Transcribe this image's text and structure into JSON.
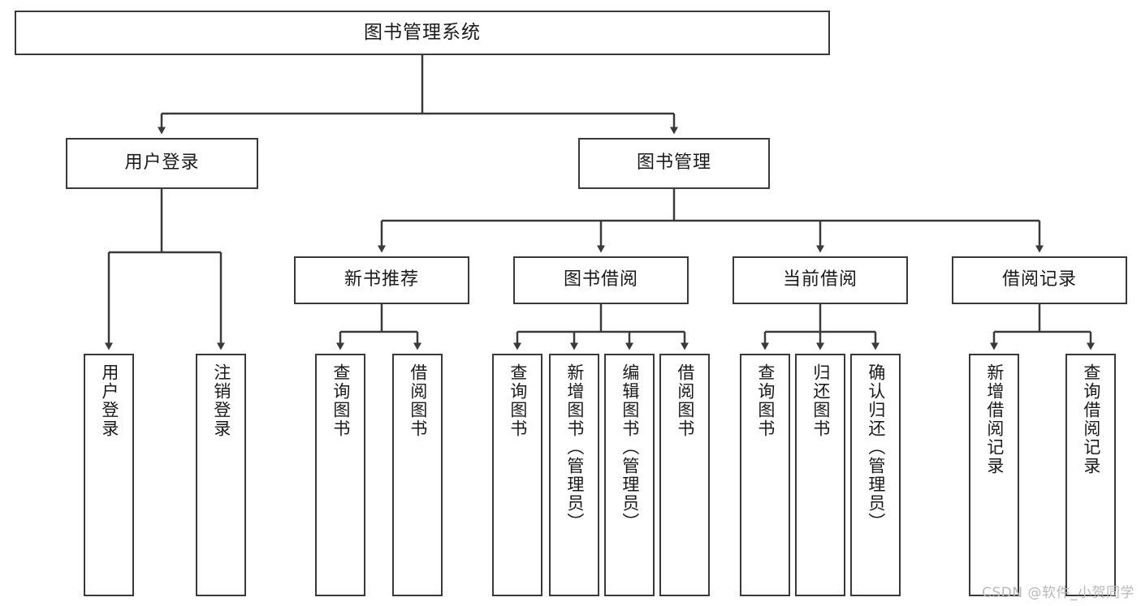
{
  "diagram": {
    "type": "tree",
    "title": "图书管理系统",
    "watermark": "CSDN @软件_小贺同学",
    "colors": {
      "box_border": "#3a3a3a",
      "box_fill": "#ffffff",
      "connector": "#3a3a3a",
      "text": "#1a1a1a",
      "watermark": "#b9b9b9"
    },
    "nodes": {
      "root": {
        "label": "图书管理系统"
      },
      "level2": [
        {
          "label": "用户登录"
        },
        {
          "label": "图书管理"
        }
      ],
      "level3": [
        {
          "label": "新书推荐"
        },
        {
          "label": "图书借阅"
        },
        {
          "label": "当前借阅"
        },
        {
          "label": "借阅记录"
        }
      ],
      "leaves": {
        "user_login": [
          {
            "label": "用户登录"
          },
          {
            "label": "注销登录"
          }
        ],
        "new_book": [
          {
            "label": "查询图书"
          },
          {
            "label": "借阅图书"
          }
        ],
        "book_borrow": [
          {
            "label": "查询图书"
          },
          {
            "label": "新增图书（管理员）"
          },
          {
            "label": "编辑图书（管理员）"
          },
          {
            "label": "借阅图书"
          }
        ],
        "current_borrow": [
          {
            "label": "查询图书"
          },
          {
            "label": "归还图书"
          },
          {
            "label": "确认归还（管理员）"
          }
        ],
        "borrow_record": [
          {
            "label": "新增借阅记录"
          },
          {
            "label": "查询借阅记录"
          }
        ]
      }
    }
  }
}
